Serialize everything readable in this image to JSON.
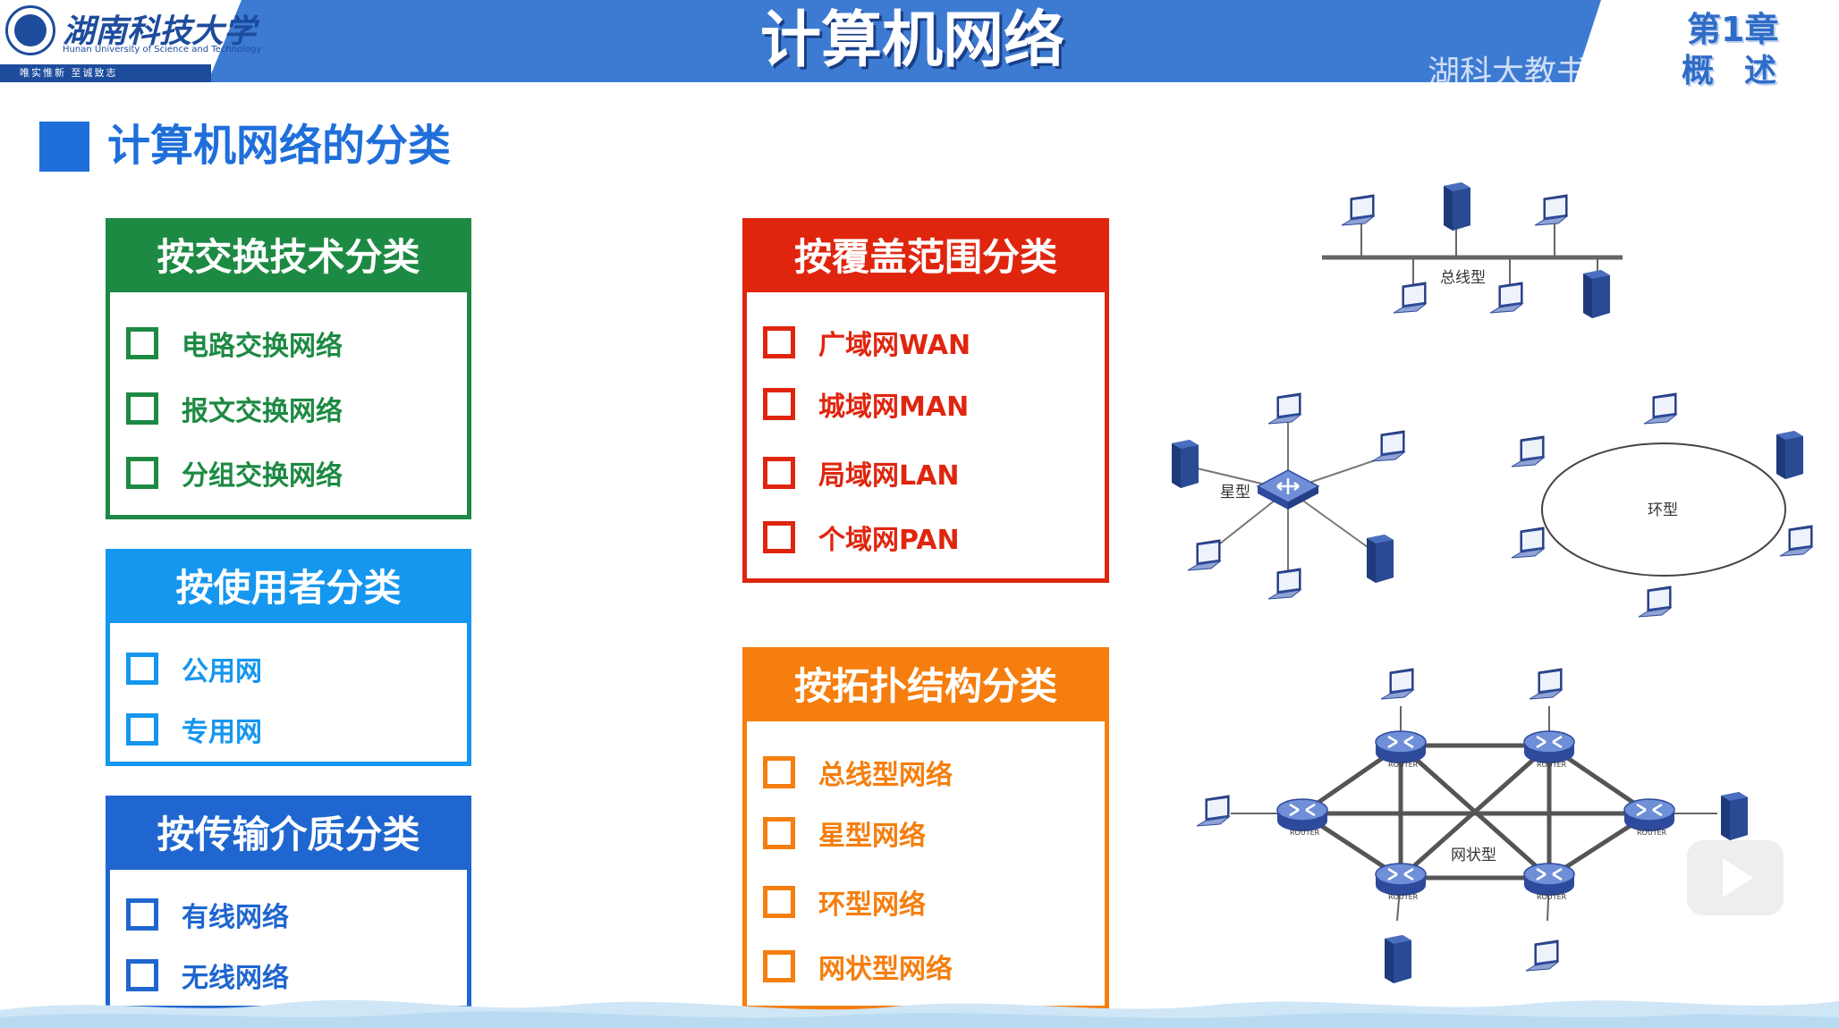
{
  "header": {
    "logo_name": "湖南科技大学",
    "logo_english": "Hunan University of Science and Technology",
    "logo_slogan": "唯实惟新 至诚致志",
    "title": "计算机网络",
    "watermark": "湖科大教书匠",
    "chapter_number": "第1章",
    "chapter_name": "概述"
  },
  "section": {
    "title": "计算机网络的分类"
  },
  "categories": {
    "switching": {
      "title": "按交换技术分类",
      "items": [
        "电路交换网络",
        "报文交换网络",
        "分组交换网络"
      ]
    },
    "users": {
      "title": "按使用者分类",
      "items": [
        "公用网",
        "专用网"
      ]
    },
    "medium": {
      "title": "按传输介质分类",
      "items": [
        "有线网络",
        "无线网络"
      ]
    },
    "coverage": {
      "title": "按覆盖范围分类",
      "items": [
        "广域网WAN",
        "城域网MAN",
        "局域网LAN",
        "个域网PAN"
      ]
    },
    "topology": {
      "title": "按拓扑结构分类",
      "items": [
        "总线型网络",
        "星型网络",
        "环型网络",
        "网状型网络"
      ]
    }
  },
  "diagrams": {
    "bus": {
      "label": "总线型"
    },
    "star": {
      "label": "星型"
    },
    "ring": {
      "label": "环型"
    },
    "mesh": {
      "label": "网状型",
      "router_text": "ROUTER"
    }
  },
  "colors": {
    "header_blue": "#3d7bd3",
    "green": "#1d8a43",
    "light_blue": "#1596ef",
    "dark_blue": "#1f66d0",
    "red": "#e0250f",
    "orange": "#f57e0e"
  },
  "icons": {
    "checkbox": "empty-square-checkbox",
    "laptop": "laptop-icon",
    "server": "server-tower-icon",
    "router": "router-icon",
    "switch": "switch-hub-icon",
    "play": "play-icon"
  }
}
